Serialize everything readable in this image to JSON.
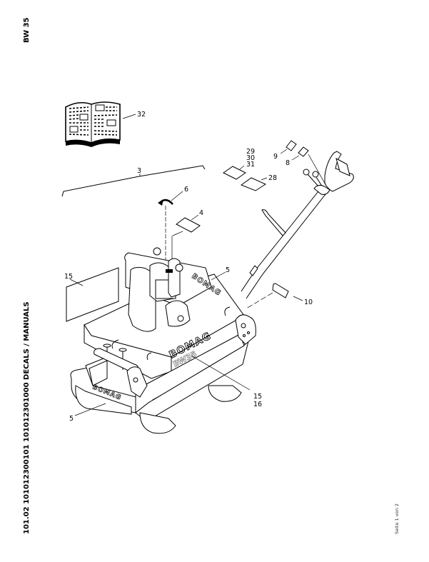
{
  "header": {
    "model": "BW 35",
    "title": "101.02 101012300101 101012301000 DECALS / MANUALS"
  },
  "footer": {
    "page_note": "Seite 1 von 2"
  },
  "drawing": {
    "subject": "BOMAG BW 35 vibratory roller exploded view - decals and manuals",
    "brand_text": "BOMAG",
    "model_text": "BW35",
    "callouts": [
      {
        "id": "32",
        "label": "32",
        "part": "operating manual"
      },
      {
        "id": "29-30-31",
        "label": "29\n30\n31",
        "part": "decal"
      },
      {
        "id": "28",
        "label": "28",
        "part": "decal"
      },
      {
        "id": "9",
        "label": "9",
        "part": "decal"
      },
      {
        "id": "8",
        "label": "8",
        "part": "decal"
      },
      {
        "id": "3",
        "label": "3",
        "part": "decal set"
      },
      {
        "id": "6",
        "label": "6",
        "part": "direction arrow decal"
      },
      {
        "id": "4",
        "label": "4",
        "part": "decal"
      },
      {
        "id": "15-left",
        "label": "15",
        "part": "decal"
      },
      {
        "id": "5-top",
        "label": "5",
        "part": "BOMAG decal"
      },
      {
        "id": "10",
        "label": "10",
        "part": "decal"
      },
      {
        "id": "15-16",
        "label": "15\n16",
        "part": "BOMAG / BW35 decal"
      },
      {
        "id": "5-front",
        "label": "5",
        "part": "BOMAG decal"
      }
    ]
  }
}
